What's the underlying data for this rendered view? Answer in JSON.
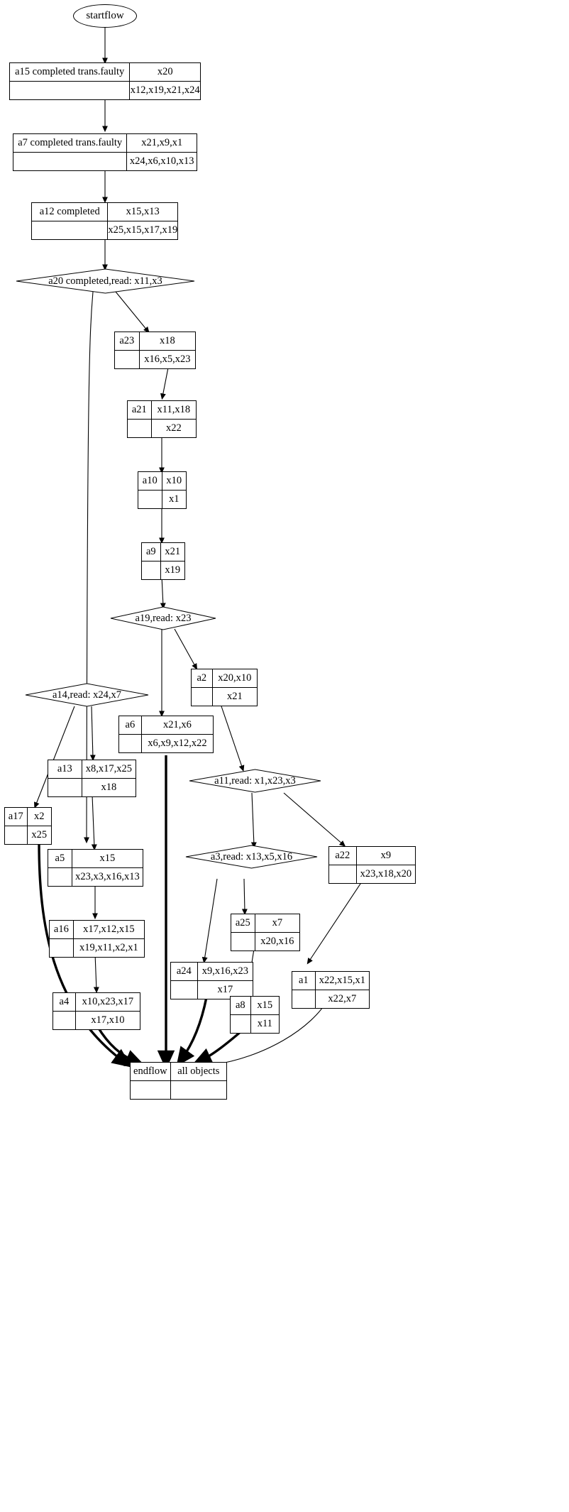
{
  "meta": {
    "title": "workflow-graph",
    "bg_color": "#ffffff",
    "line_color": "#000000",
    "text_color": "#000000"
  },
  "nodes": {
    "startflow": {
      "id": "startflow",
      "label": "startflow",
      "shape": "ellipse"
    },
    "a15": {
      "id": "a15",
      "shape": "record",
      "left": "a15  completed trans.faulty",
      "top": "x20",
      "bottom": "x12,x19,x21,x24"
    },
    "a7": {
      "id": "a7",
      "shape": "record",
      "left": "a7  completed trans.faulty",
      "top": "x21,x9,x1",
      "bottom": "x24,x6,x10,x13"
    },
    "a12": {
      "id": "a12",
      "shape": "record",
      "left": "a12  completed",
      "top": "x15,x13",
      "bottom": "x25,x15,x17,x19"
    },
    "a20": {
      "id": "a20",
      "shape": "diamond",
      "label": "a20 completed,read: x11,x3"
    },
    "a23": {
      "id": "a23",
      "shape": "record",
      "left": "a23",
      "top": "x18",
      "bottom": "x16,x5,x23"
    },
    "a21": {
      "id": "a21",
      "shape": "record",
      "left": "a21",
      "top": "x11,x18",
      "bottom": "x22"
    },
    "a10": {
      "id": "a10",
      "shape": "record",
      "left": "a10",
      "top": "x10",
      "bottom": "x1"
    },
    "a9": {
      "id": "a9",
      "shape": "record",
      "left": "a9",
      "top": "x21",
      "bottom": "x19"
    },
    "a19": {
      "id": "a19",
      "shape": "diamond",
      "label": "a19,read: x23"
    },
    "a14": {
      "id": "a14",
      "shape": "diamond",
      "label": "a14,read: x24,x7"
    },
    "a2": {
      "id": "a2",
      "shape": "record",
      "left": "a2",
      "top": "x20,x10",
      "bottom": "x21"
    },
    "a6": {
      "id": "a6",
      "shape": "record",
      "left": "a6",
      "top": "x21,x6",
      "bottom": "x6,x9,x12,x22"
    },
    "a13": {
      "id": "a13",
      "shape": "record",
      "left": "a13",
      "top": "x8,x17,x25",
      "bottom": "x18"
    },
    "a11": {
      "id": "a11",
      "shape": "diamond",
      "label": "a11,read: x1,x23,x3"
    },
    "a17": {
      "id": "a17",
      "shape": "record",
      "left": "a17",
      "top": "x2",
      "bottom": "x25"
    },
    "a5": {
      "id": "a5",
      "shape": "record",
      "left": "a5",
      "top": "x15",
      "bottom": "x23,x3,x16,x13"
    },
    "a3": {
      "id": "a3",
      "shape": "diamond",
      "label": "a3,read: x13,x5,x16"
    },
    "a22": {
      "id": "a22",
      "shape": "record",
      "left": "a22",
      "top": "x9",
      "bottom": "x23,x18,x20"
    },
    "a16": {
      "id": "a16",
      "shape": "record",
      "left": "a16",
      "top": "x17,x12,x15",
      "bottom": "x19,x11,x2,x1"
    },
    "a25": {
      "id": "a25",
      "shape": "record",
      "left": "a25",
      "top": "x7",
      "bottom": "x20,x16"
    },
    "a24": {
      "id": "a24",
      "shape": "record",
      "left": "a24",
      "top": "x9,x16,x23",
      "bottom": "x17"
    },
    "a1": {
      "id": "a1",
      "shape": "record",
      "left": "a1",
      "top": "x22,x15,x1",
      "bottom": "x22,x7"
    },
    "a4": {
      "id": "a4",
      "shape": "record",
      "left": "a4",
      "top": "x10,x23,x17",
      "bottom": "x17,x10"
    },
    "a8": {
      "id": "a8",
      "shape": "record",
      "left": "a8",
      "top": "x15",
      "bottom": "x11"
    },
    "endflow": {
      "id": "endflow",
      "shape": "record",
      "left": "endflow",
      "top": "all objects",
      "bottom": ""
    }
  },
  "edges": [
    {
      "from": "startflow",
      "to": "a15",
      "weight": "thin"
    },
    {
      "from": "a15",
      "to": "a7",
      "weight": "thin"
    },
    {
      "from": "a7",
      "to": "a12",
      "weight": "thin"
    },
    {
      "from": "a12",
      "to": "a20",
      "weight": "thin"
    },
    {
      "from": "a20",
      "to": "a14",
      "weight": "thin"
    },
    {
      "from": "a20",
      "to": "a23",
      "weight": "thin"
    },
    {
      "from": "a23",
      "to": "a21",
      "weight": "thin"
    },
    {
      "from": "a21",
      "to": "a10",
      "weight": "thin"
    },
    {
      "from": "a10",
      "to": "a9",
      "weight": "thin"
    },
    {
      "from": "a9",
      "to": "a19",
      "weight": "thin"
    },
    {
      "from": "a19",
      "to": "a6",
      "weight": "thin"
    },
    {
      "from": "a19",
      "to": "a2",
      "weight": "thin"
    },
    {
      "from": "a2",
      "to": "a11",
      "weight": "thin"
    },
    {
      "from": "a14",
      "to": "a17",
      "weight": "thin"
    },
    {
      "from": "a14",
      "to": "a13",
      "weight": "thin"
    },
    {
      "from": "a13",
      "to": "a5",
      "weight": "thin"
    },
    {
      "from": "a5",
      "to": "a16",
      "weight": "thin"
    },
    {
      "from": "a16",
      "to": "a4",
      "weight": "thin"
    },
    {
      "from": "a11",
      "to": "a3",
      "weight": "thin"
    },
    {
      "from": "a11",
      "to": "a22",
      "weight": "thin"
    },
    {
      "from": "a3",
      "to": "a25",
      "weight": "thin"
    },
    {
      "from": "a3",
      "to": "a24",
      "weight": "thin"
    },
    {
      "from": "a25",
      "to": "a8",
      "weight": "thin"
    },
    {
      "from": "a22",
      "to": "a1",
      "weight": "thin"
    },
    {
      "from": "a17",
      "to": "endflow",
      "weight": "thick"
    },
    {
      "from": "a6",
      "to": "endflow",
      "weight": "thick"
    },
    {
      "from": "a4",
      "to": "endflow",
      "weight": "thick"
    },
    {
      "from": "a24",
      "to": "endflow",
      "weight": "thick"
    },
    {
      "from": "a8",
      "to": "endflow",
      "weight": "thick"
    },
    {
      "from": "a1",
      "to": "endflow",
      "weight": "thin"
    }
  ]
}
